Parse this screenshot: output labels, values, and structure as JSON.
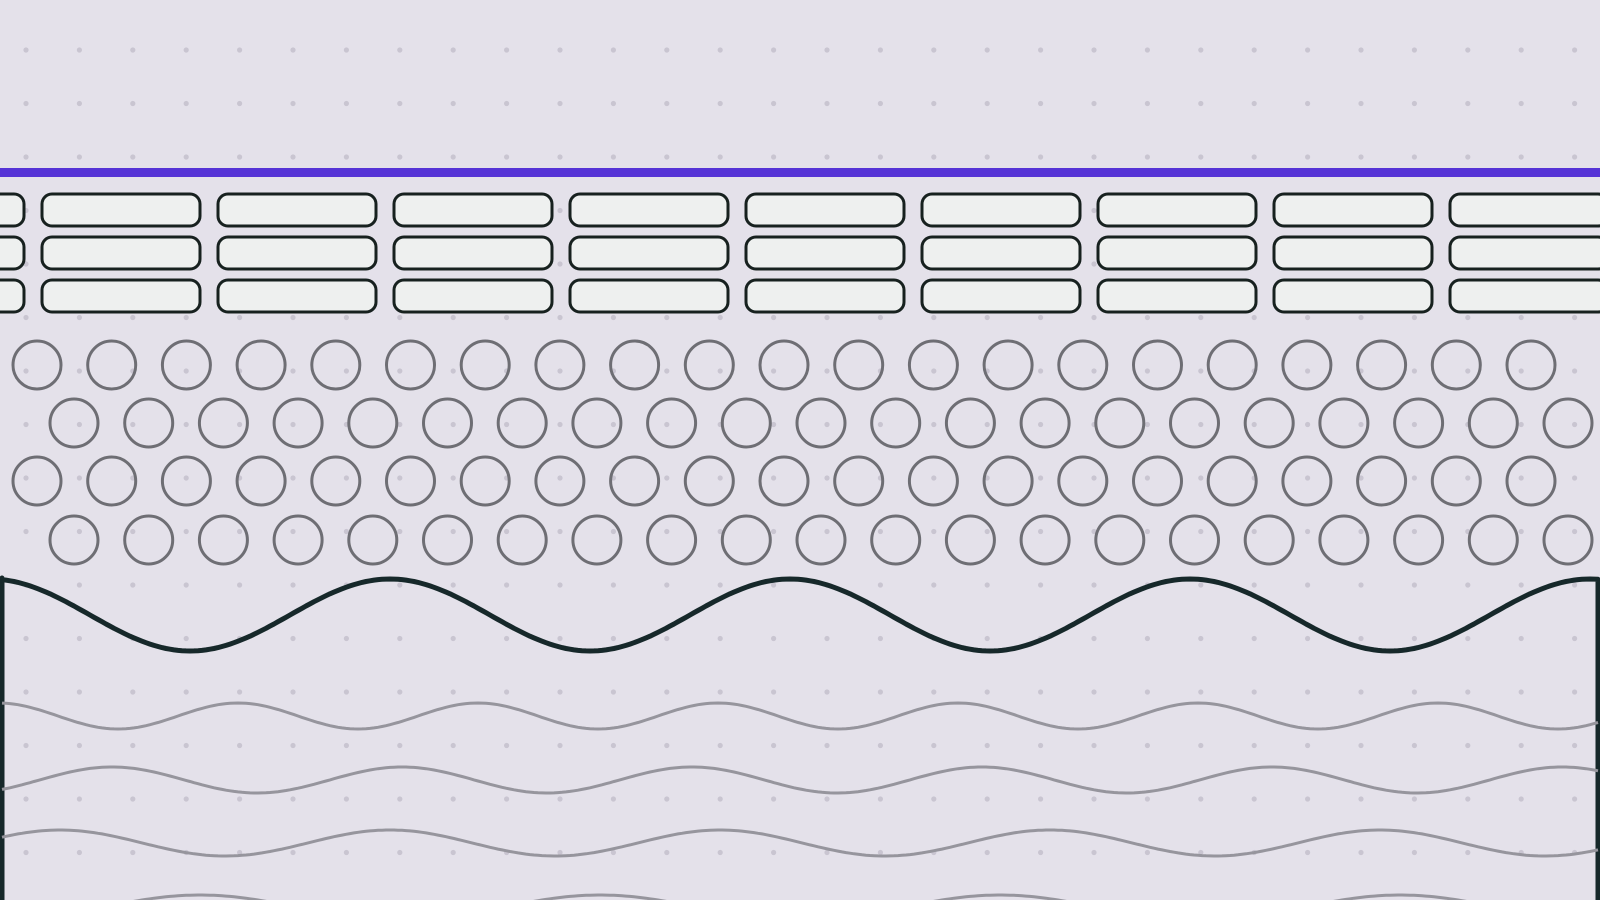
{
  "diagram": {
    "layers": [
      {
        "id": "dot-grid",
        "kind": "dot-grid"
      },
      {
        "id": "membrane-line",
        "kind": "horizontal-line"
      },
      {
        "id": "brick-layer",
        "kind": "bricks",
        "rows": 3
      },
      {
        "id": "circle-layer",
        "kind": "circles",
        "rows": 4
      },
      {
        "id": "wave-surface",
        "kind": "bold-wave"
      },
      {
        "id": "thin-wave-layer",
        "kind": "thin-waves",
        "count": 4
      }
    ]
  },
  "colors": {
    "background": "#e4e1ea",
    "dot": "#c9c5d1",
    "accent_line": "#5533d6",
    "brick_fill": "#eef0ef",
    "brick_stroke": "#17211f",
    "circle_stroke": "#6e6e74",
    "bold_wave": "#16282a",
    "thin_wave": "#96959d"
  }
}
